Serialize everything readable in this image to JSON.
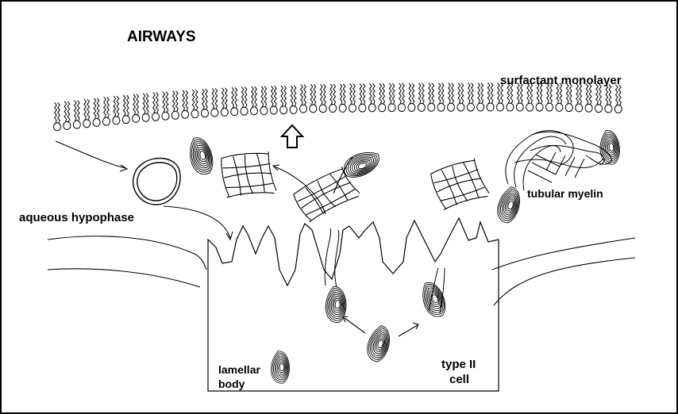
{
  "labels": {
    "title": "AIRWAYS",
    "monolayer": "surfactant monolayer",
    "hypophase": "aqueous hypophase",
    "tubular": "tubular myelin",
    "lamellar_line1": "lamellar",
    "lamellar_line2": "body",
    "cell_line1": "type II",
    "cell_line2": "cell"
  },
  "colors": {
    "line": "#000000",
    "background": "#ffffff"
  }
}
